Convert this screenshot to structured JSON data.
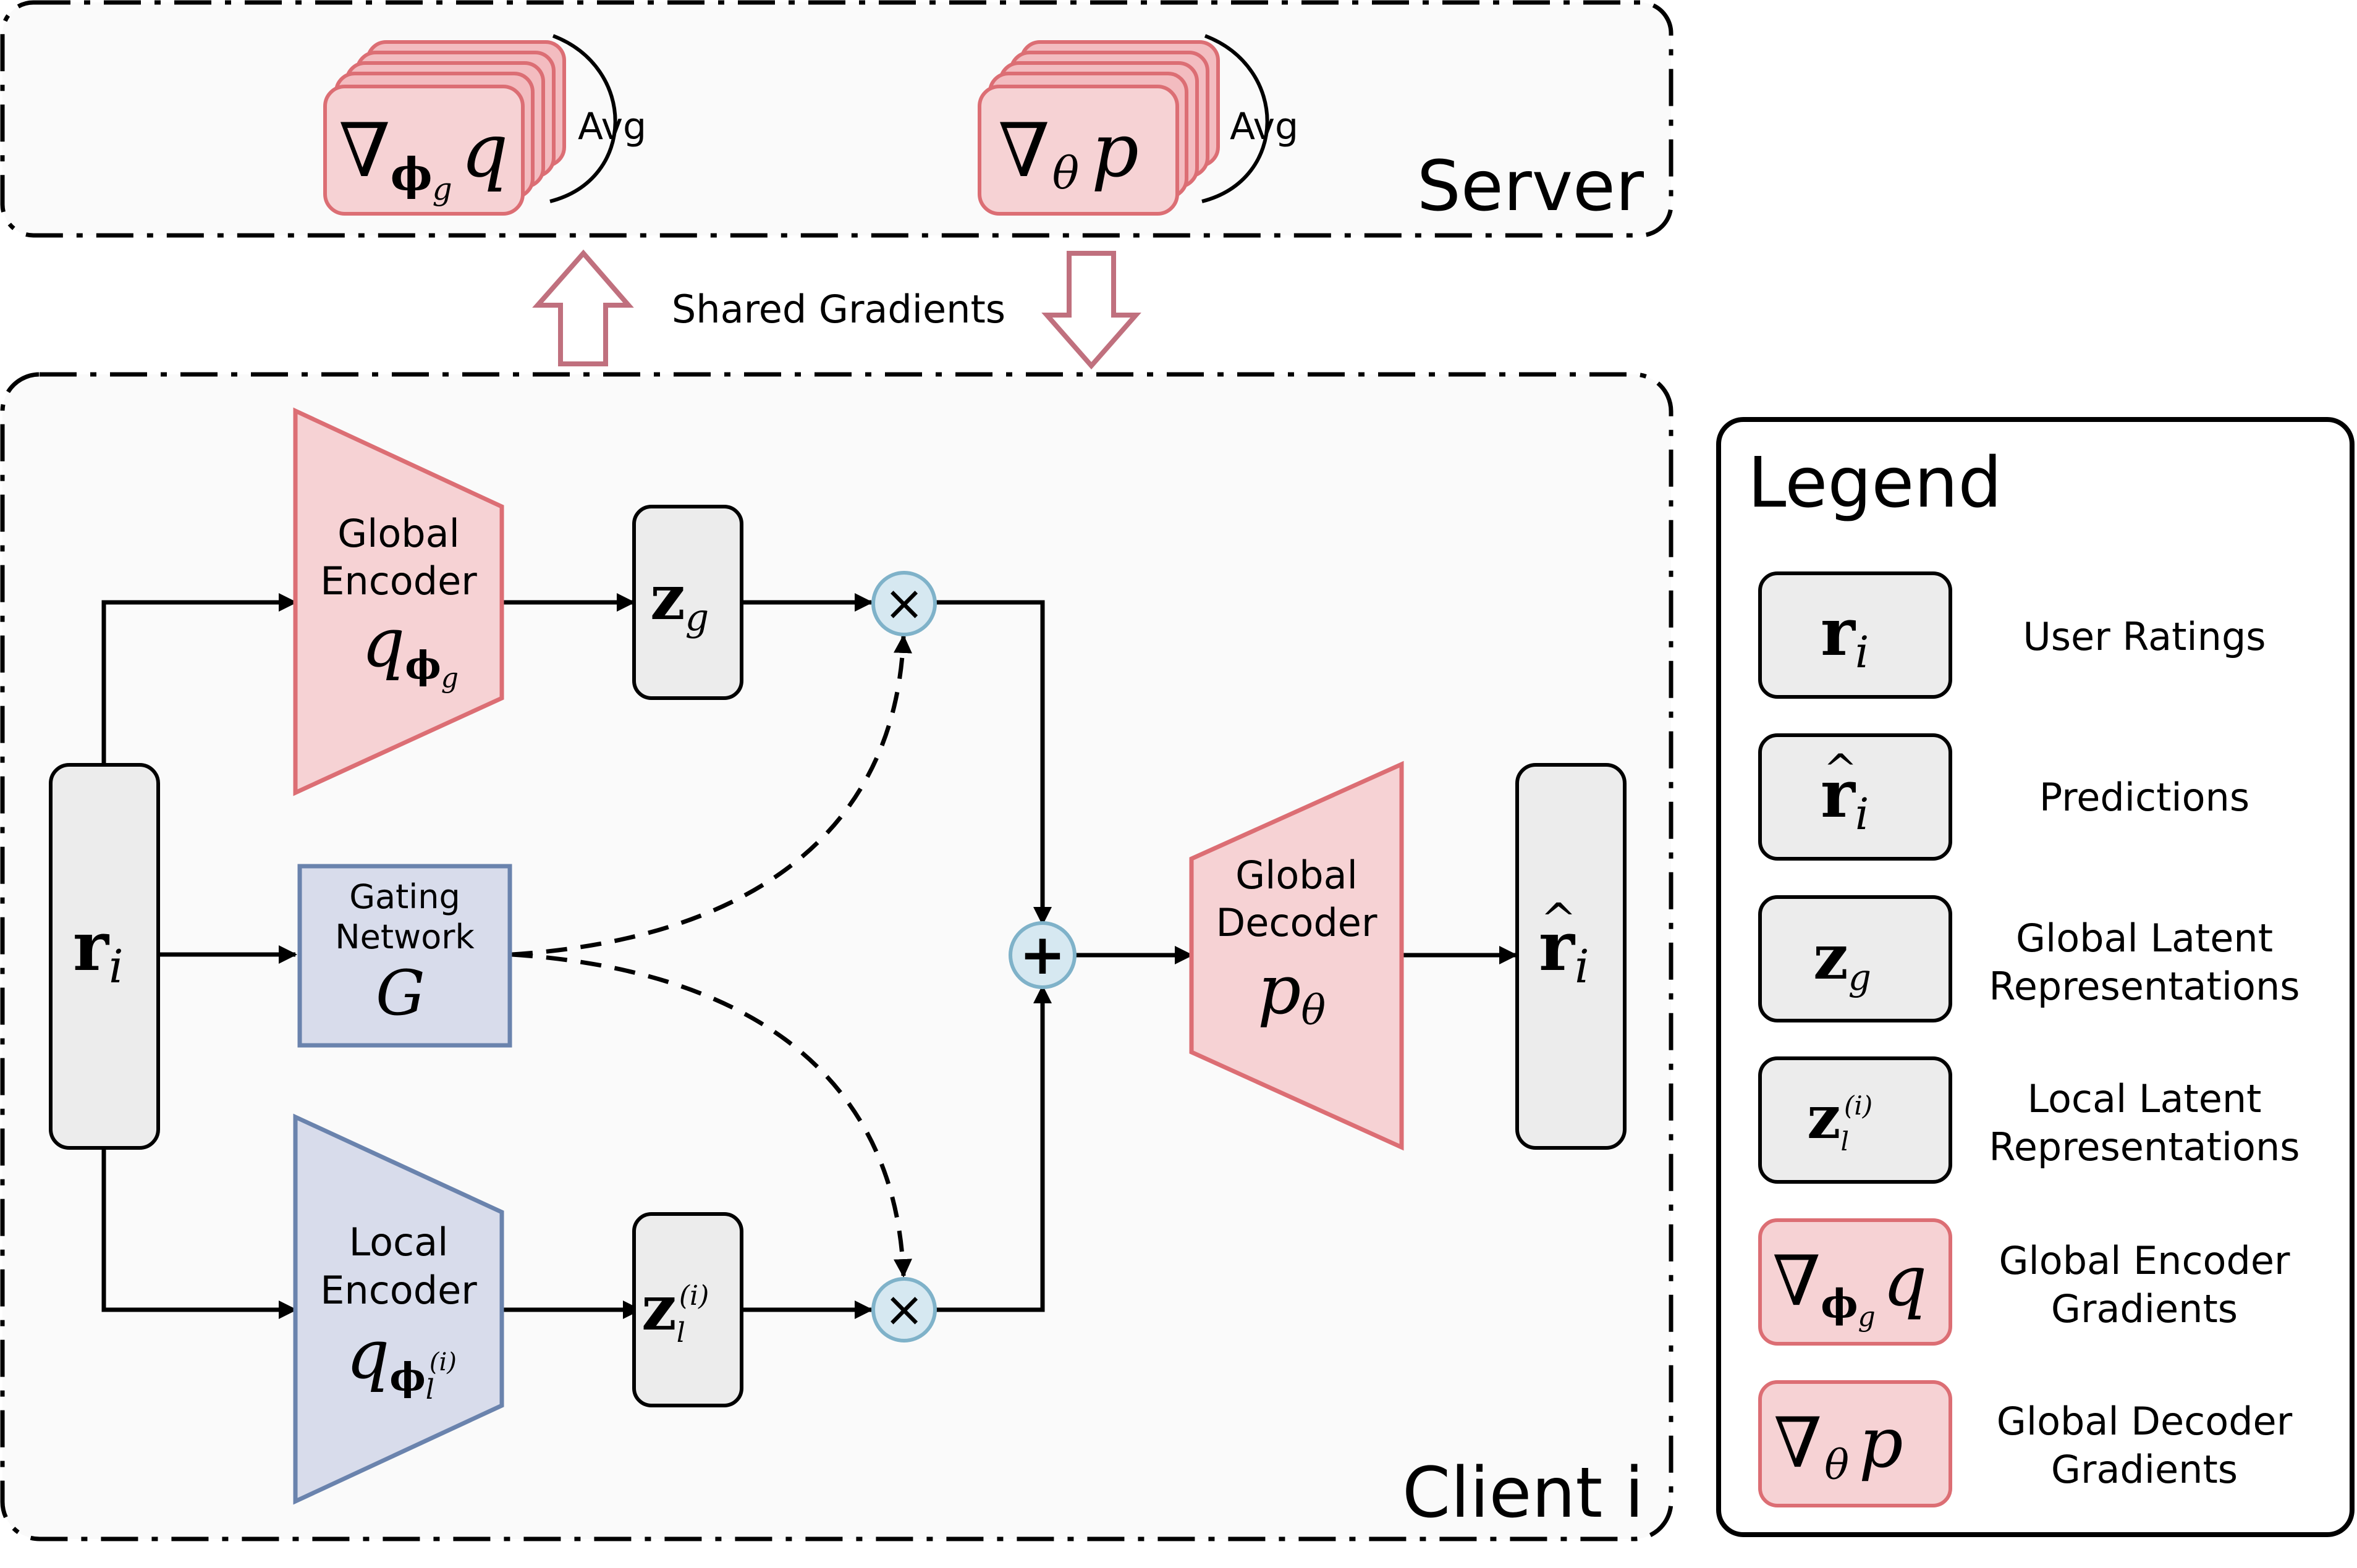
{
  "colors": {
    "red_fill": "#f6d2d4",
    "red_stroke": "#dc6e74",
    "blue_fill": "#d8dceb",
    "blue_stroke": "#6a83ad",
    "gray_fill": "#ececec",
    "op_fill": "#d6e8f1",
    "op_stroke": "#7fb2c9",
    "arrow_stroke": "#c0707e",
    "panel_fill": "#fafafa"
  },
  "server": {
    "label": "Server",
    "avg_label_1": "Avg",
    "avg_label_2": "Avg"
  },
  "shared_gradients": "Shared Gradients",
  "client": {
    "label": "Client i",
    "global_encoder_l1": "Global",
    "global_encoder_l2": "Encoder",
    "gating_l1": "Gating",
    "gating_l2": "Network",
    "gating_symbol": "G",
    "local_encoder_l1": "Local",
    "local_encoder_l2": "Encoder",
    "global_decoder_l1": "Global",
    "global_decoder_l2": "Decoder",
    "multiply": "×",
    "add": "+"
  },
  "legend": {
    "title": "Legend",
    "items": [
      {
        "text_l1": "User Ratings",
        "text_l2": ""
      },
      {
        "text_l1": "Predictions",
        "text_l2": ""
      },
      {
        "text_l1": "Global Latent",
        "text_l2": "Representations"
      },
      {
        "text_l1": "Local Latent",
        "text_l2": "Representations"
      },
      {
        "text_l1": "Global Encoder",
        "text_l2": "Gradients"
      },
      {
        "text_l1": "Global Decoder",
        "text_l2": "Gradients"
      }
    ]
  },
  "math": {
    "nabla": "∇",
    "r": "r",
    "hat": "^",
    "i": "i",
    "z": "z",
    "g": "g",
    "l": "l",
    "sup_i": "(i)",
    "q": "q",
    "p": "p",
    "phi": "ϕ",
    "theta": "θ"
  }
}
